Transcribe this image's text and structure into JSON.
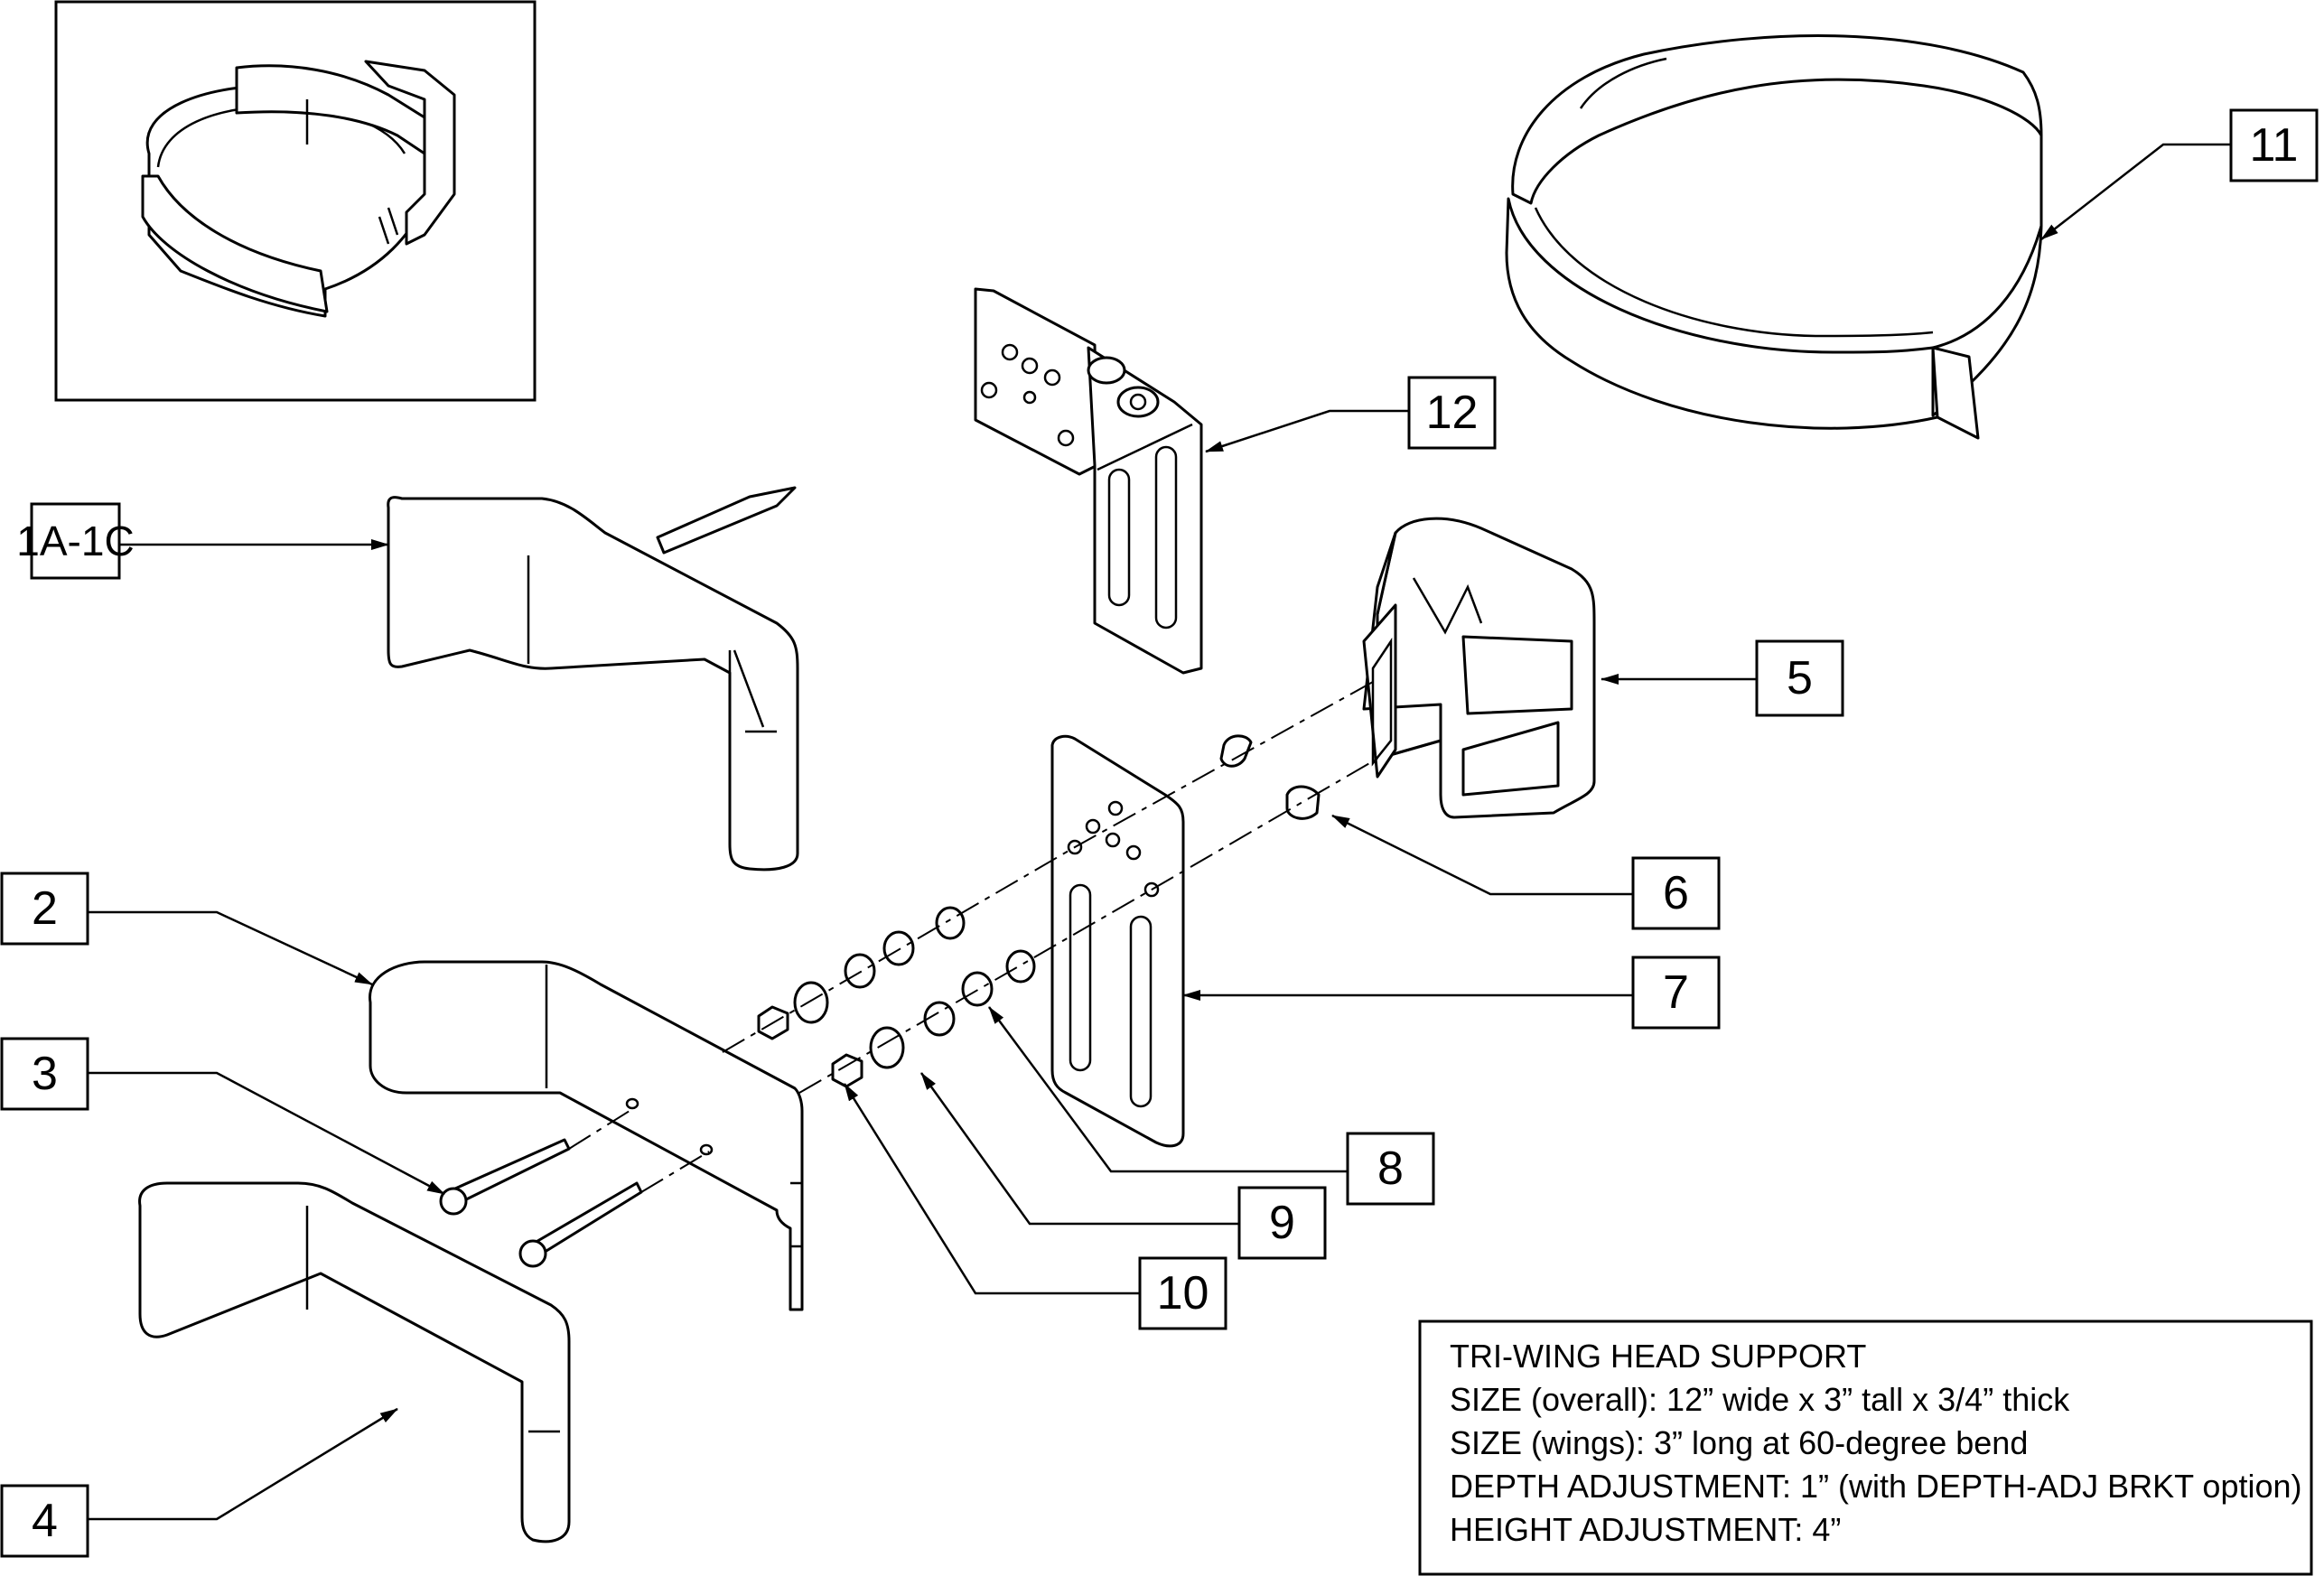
{
  "callouts": {
    "c1": "1A-1C",
    "c2": "2",
    "c3": "3",
    "c4": "4",
    "c5": "5",
    "c6": "6",
    "c7": "7",
    "c8": "8",
    "c9": "9",
    "c10": "10",
    "c11": "11",
    "c12": "12"
  },
  "specs": {
    "title": "TRI-WING HEAD SUPPORT",
    "lines": [
      "SIZE (overall): 12” wide x 3” tall x 3/4” thick",
      "SIZE (wings): 3” long at 60-degree bend",
      "DEPTH ADJUSTMENT: 1” (with DEPTH-ADJ BRKT option)",
      "HEIGHT ADJUSTMENT: 4”"
    ]
  }
}
